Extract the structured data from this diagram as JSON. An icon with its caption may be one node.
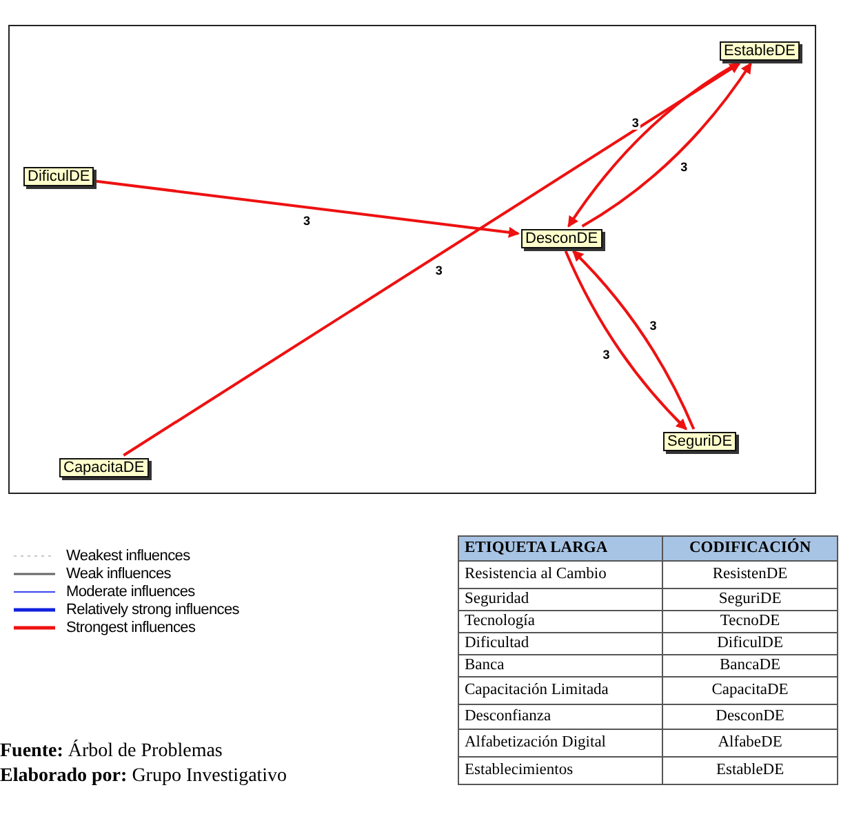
{
  "diagram": {
    "nodes": [
      {
        "text": [
          "EstableDE"
        ]
      },
      {
        "text": [
          "DificulDE"
        ]
      },
      {
        "text": [
          "DesconDE"
        ]
      },
      {
        "text": [
          "SeguriDE"
        ]
      },
      {
        "text": [
          "CapacitaDE"
        ]
      }
    ],
    "edges": [
      {
        "from": 1,
        "to": 2,
        "arrow": "to",
        "label": "3"
      },
      {
        "from": 4,
        "to": 0,
        "arrow": "to",
        "label": "3"
      },
      {
        "from": 2,
        "to": 0,
        "arrow": "to",
        "label": "3"
      },
      {
        "from": 0,
        "to": 2,
        "arrow": "to",
        "label": "3"
      },
      {
        "from": 2,
        "to": 3,
        "arrow": "to",
        "label": "3"
      },
      {
        "from": 3,
        "to": 2,
        "arrow": "to",
        "label": "3"
      }
    ],
    "labels": [
      "ETIQUETA LARGA",
      "CODIFICACIÓN",
      "Resistencia al Cambio",
      "ResistenDE",
      "Seguridad",
      "SeguriDE",
      "Tecnología",
      "TecnoDE",
      "Dificultad",
      "DificulDE",
      "Banca",
      "BancaDE",
      "Capacitación Limitada",
      "CapacitaDE",
      "Desconfianza",
      "DesconDE",
      "Alfabetización Digital",
      "AlfabeDE",
      "Establecimientos",
      "EstableDE",
      "**Fuente:** Árbol de Problemas",
      "**Elaborado por:** Grupo Investigativo"
    ],
    "legend": [
      {
        "text": "Weakest influences"
      },
      {
        "text": "Weak influences"
      },
      {
        "text": "Moderate influences"
      },
      {
        "text": "Relatively strong influences"
      },
      {
        "text": "Strongest influences"
      }
    ]
  }
}
